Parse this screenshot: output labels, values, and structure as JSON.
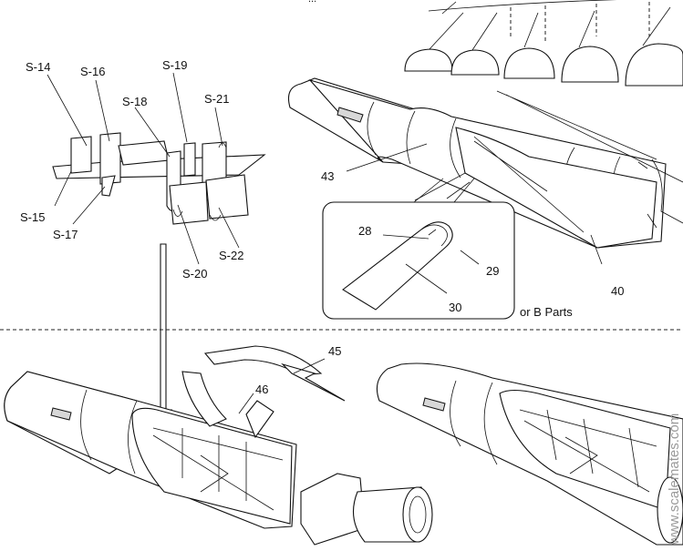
{
  "header_text": "...",
  "part_labels": {
    "s14": "S-14",
    "s15": "S-15",
    "s16": "S-16",
    "s17": "S-17",
    "s18": "S-18",
    "s19": "S-19",
    "s20": "S-20",
    "s21": "S-21",
    "s22": "S-22",
    "p28": "28",
    "p29": "29",
    "p30": "30",
    "p40": "40",
    "p43": "43",
    "p45": "45",
    "p46": "46"
  },
  "note": "or B Parts",
  "watermark": "www.scalemates.com"
}
